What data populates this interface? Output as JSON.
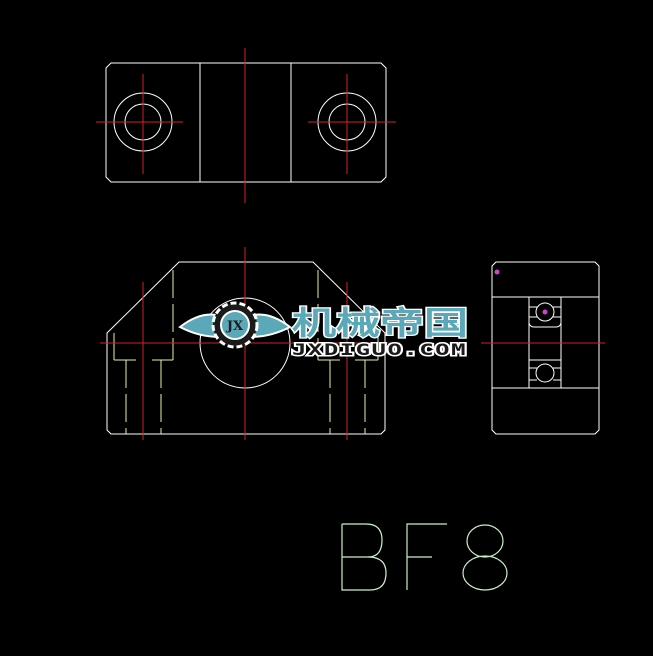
{
  "drawing": {
    "background": "#000000",
    "colors": {
      "outline": "#ffffff",
      "centerline": "#d4202a",
      "hidden_line": "#f0f0a0",
      "label": "#c8f0c8",
      "marker": "#d040d0",
      "logo_accent": "#5aa8b8"
    },
    "views": [
      "top-view",
      "front-view",
      "side-view"
    ],
    "label": "BF8"
  },
  "watermark": {
    "emblem_text": "JX",
    "title_cn": "机械帝国",
    "site": "JXDIGUO.COM"
  }
}
